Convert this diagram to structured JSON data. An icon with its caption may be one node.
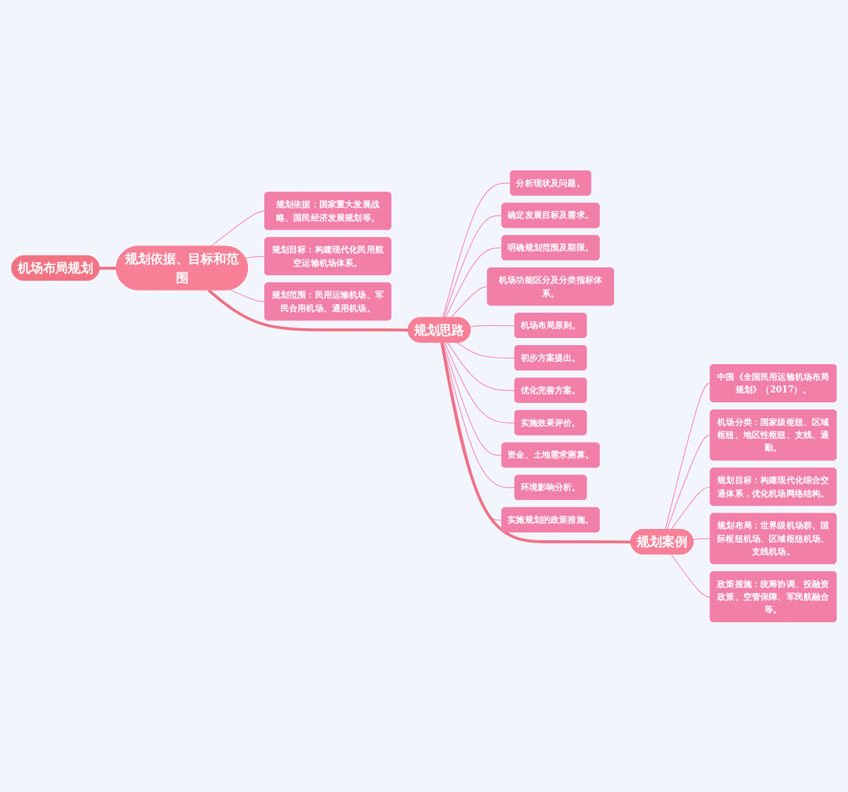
{
  "diagram": {
    "nodes": [
      {
        "text": [
          "机场布局规划"
        ]
      },
      {
        "text": [
          "规划依据、目标和范围"
        ]
      },
      {
        "text": [
          "规划依据：国家重大发展战略、国民经济发展规划等。"
        ]
      },
      {
        "text": [
          "规划目标：构建现代化民用航空运输机场体系。"
        ]
      },
      {
        "text": [
          "规划范围：民用运输机场、军民合用机场、通用机场。"
        ]
      },
      {
        "text": [
          "规划思路"
        ]
      },
      {
        "text": [
          "分析现状及问题。"
        ]
      },
      {
        "text": [
          "确定发展目标及需求。"
        ]
      },
      {
        "text": [
          "明确规划范围及期限。"
        ]
      },
      {
        "text": [
          "机场功能区分及分类指标体系。"
        ]
      },
      {
        "text": [
          "机场布局原则。"
        ]
      },
      {
        "text": [
          "初步方案提出。"
        ]
      },
      {
        "text": [
          "优化完善方案。"
        ]
      },
      {
        "text": [
          "实施效果评价。"
        ]
      },
      {
        "text": [
          "资金、土地需求测算。"
        ]
      },
      {
        "text": [
          "环境影响分析。"
        ]
      },
      {
        "text": [
          "实施规划的政策措施。"
        ]
      },
      {
        "text": [
          "规划案例"
        ]
      },
      {
        "text": [
          "中国《全国民用运输机场布局规划》（2017）。"
        ]
      },
      {
        "text": [
          "机场分类：国家级枢纽、区域枢纽、地区性枢纽、支线、通勤。"
        ]
      },
      {
        "text": [
          "规划目标：构建现代化综合交通体系，优化机场网络结构。"
        ]
      },
      {
        "text": [
          "规划布局：世界级机场群、国际枢纽机场、区域枢纽机场、支线机场。"
        ]
      },
      {
        "text": [
          "政策措施：统筹协调、投融资政策、空管保障、军民航融合等。"
        ]
      }
    ],
    "edges": [
      {
        "from": 0,
        "to": 1,
        "arrow": "none",
        "style": "thick",
        "color": "#ee7186"
      },
      {
        "from": 1,
        "to": 2,
        "arrow": "none"
      },
      {
        "from": 1,
        "to": 3,
        "arrow": "none"
      },
      {
        "from": 1,
        "to": 4,
        "arrow": "none"
      },
      {
        "from": 1,
        "to": 5,
        "arrow": "none",
        "style": "thick",
        "color": "#ee7186"
      },
      {
        "from": 5,
        "to": 6,
        "arrow": "none"
      },
      {
        "from": 5,
        "to": 7,
        "arrow": "none"
      },
      {
        "from": 5,
        "to": 8,
        "arrow": "none"
      },
      {
        "from": 5,
        "to": 9,
        "arrow": "none"
      },
      {
        "from": 5,
        "to": 10,
        "arrow": "none"
      },
      {
        "from": 5,
        "to": 11,
        "arrow": "none"
      },
      {
        "from": 5,
        "to": 12,
        "arrow": "none"
      },
      {
        "from": 5,
        "to": 13,
        "arrow": "none"
      },
      {
        "from": 5,
        "to": 14,
        "arrow": "none"
      },
      {
        "from": 5,
        "to": 15,
        "arrow": "none"
      },
      {
        "from": 5,
        "to": 16,
        "arrow": "none"
      },
      {
        "from": 5,
        "to": 17,
        "arrow": "none",
        "style": "thick",
        "color": "#ee7186"
      },
      {
        "from": 17,
        "to": 18,
        "arrow": "none"
      },
      {
        "from": 17,
        "to": 19,
        "arrow": "none"
      },
      {
        "from": 17,
        "to": 20,
        "arrow": "none"
      },
      {
        "from": 17,
        "to": 21,
        "arrow": "none"
      },
      {
        "from": 17,
        "to": 22,
        "arrow": "none"
      }
    ]
  }
}
